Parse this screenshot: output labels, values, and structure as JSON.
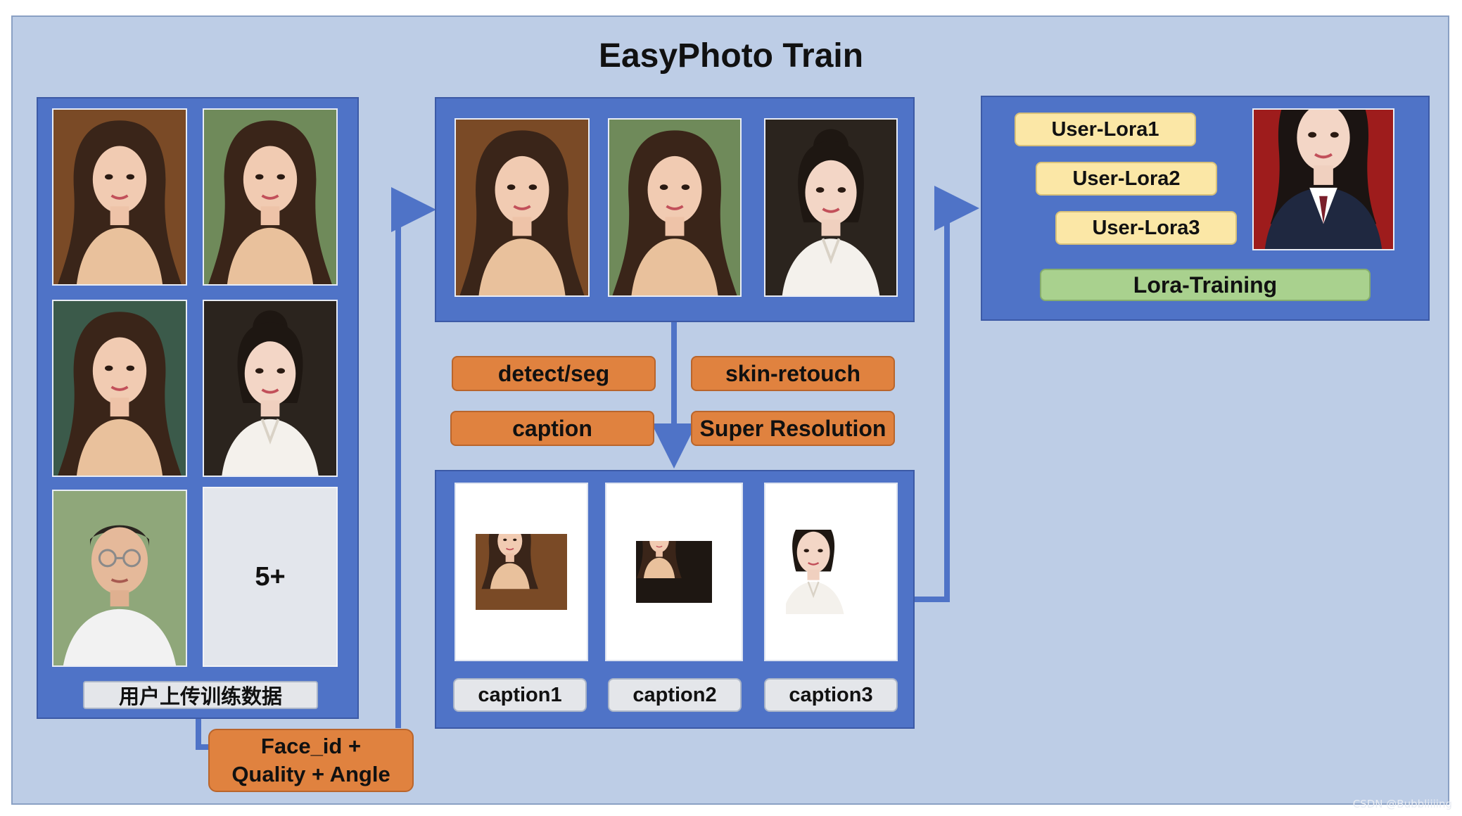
{
  "title": "EasyPhoto Train",
  "upload": {
    "more_label": "5+",
    "caption": "用户上传训练数据"
  },
  "filter_box": {
    "line1": "Face_id +",
    "line2": "Quality + Angle"
  },
  "processing": {
    "detect_seg": "detect/seg",
    "skin_retouch": "skin-retouch",
    "caption": "caption",
    "super_resolution": "Super Resolution"
  },
  "crops": {
    "captions": [
      "caption1",
      "caption2",
      "caption3"
    ]
  },
  "lora": {
    "users": [
      "User-Lora1",
      "User-Lora2",
      "User-Lora3"
    ],
    "training": "Lora-Training"
  },
  "watermark": "CSDN @Bubbliiiing",
  "colors": {
    "canvas": "#bdcde6",
    "panel": "#4f73c7",
    "orange": "#e0823f",
    "yellow": "#fbe7a6",
    "green": "#a9d18e",
    "arrow": "#4f73c7"
  }
}
